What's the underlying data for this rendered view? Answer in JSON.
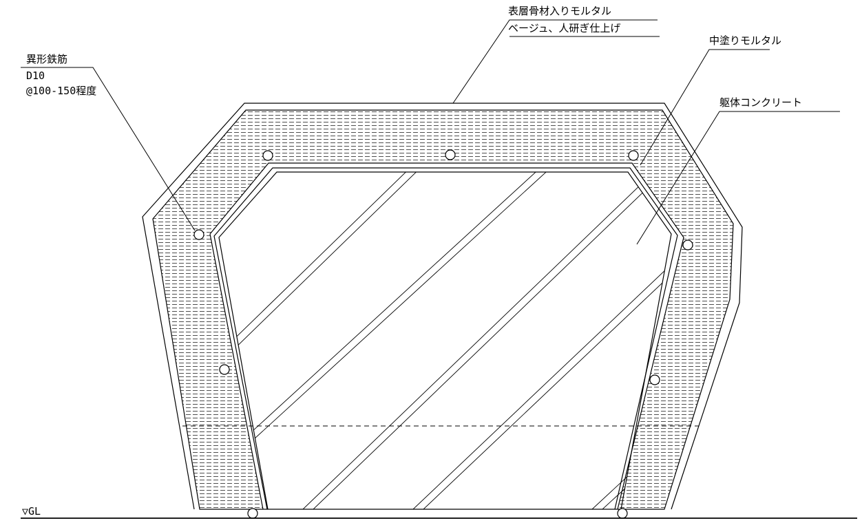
{
  "labels": {
    "rebar": {
      "title": "異形鉄筋",
      "line1": "D10",
      "line2": "@100-150程度"
    },
    "surface_mortar": {
      "line1": "表層骨材入りモルタル",
      "line2": "ベージュ、人研ぎ仕上げ"
    },
    "middle_mortar": "中塗りモルタル",
    "concrete": "躯体コンクリート",
    "ground_level": "▽GL"
  },
  "colors": {
    "line": "#000000",
    "background": "#ffffff"
  }
}
